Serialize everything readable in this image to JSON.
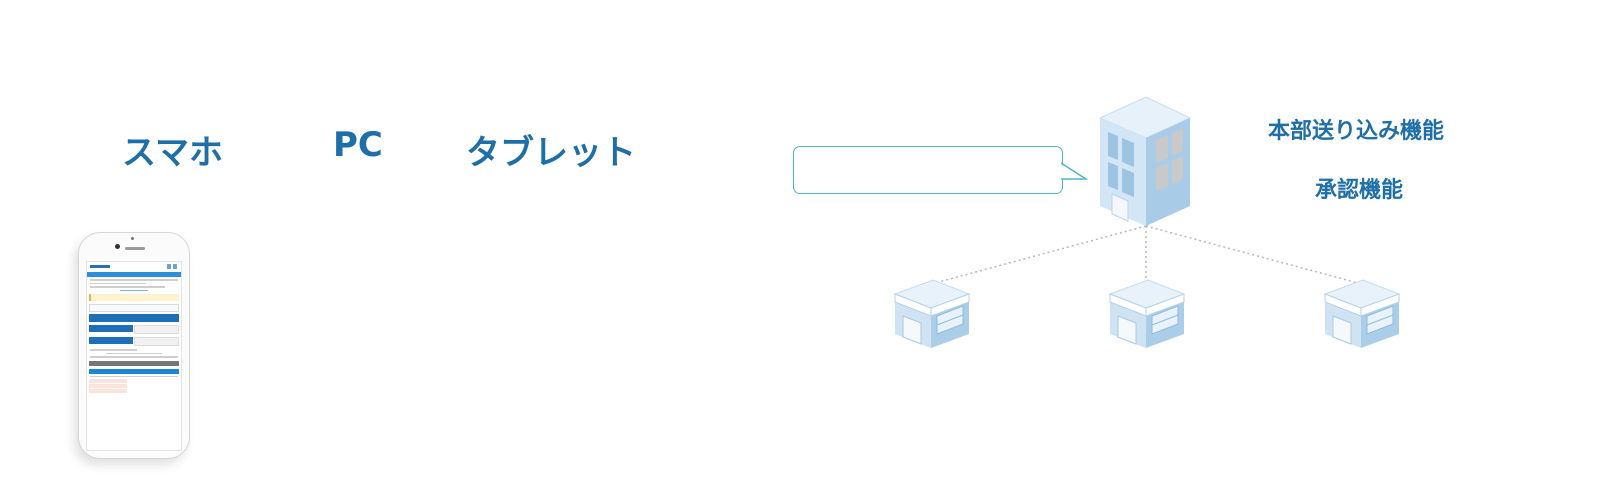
{
  "devices": {
    "smartphone_label": "スマホ",
    "pc_label": "PC",
    "tablet_label": "タブレット"
  },
  "features": {
    "hq_send_label": "本部送り込み機能",
    "approval_label": "承認機能"
  },
  "colors": {
    "label_blue": "#1e6fa8",
    "bubble_border": "#4fb9c1",
    "building_light": "#d2e6f5",
    "building_mid": "#b3d3ec",
    "building_dark": "#8fbcdf",
    "connector": "#b8b8b8"
  },
  "diagram": {
    "nodes": [
      {
        "name": "headquarters-building",
        "type": "building"
      },
      {
        "name": "store-left",
        "type": "store"
      },
      {
        "name": "store-center",
        "type": "store"
      },
      {
        "name": "store-right",
        "type": "store"
      }
    ],
    "edges": [
      [
        "headquarters-building",
        "store-left"
      ],
      [
        "headquarters-building",
        "store-center"
      ],
      [
        "headquarters-building",
        "store-right"
      ]
    ]
  },
  "icons": {
    "phone": "smartphone-icon",
    "hq": "office-building-icon",
    "store": "store-icon",
    "bubble": "speech-bubble"
  }
}
